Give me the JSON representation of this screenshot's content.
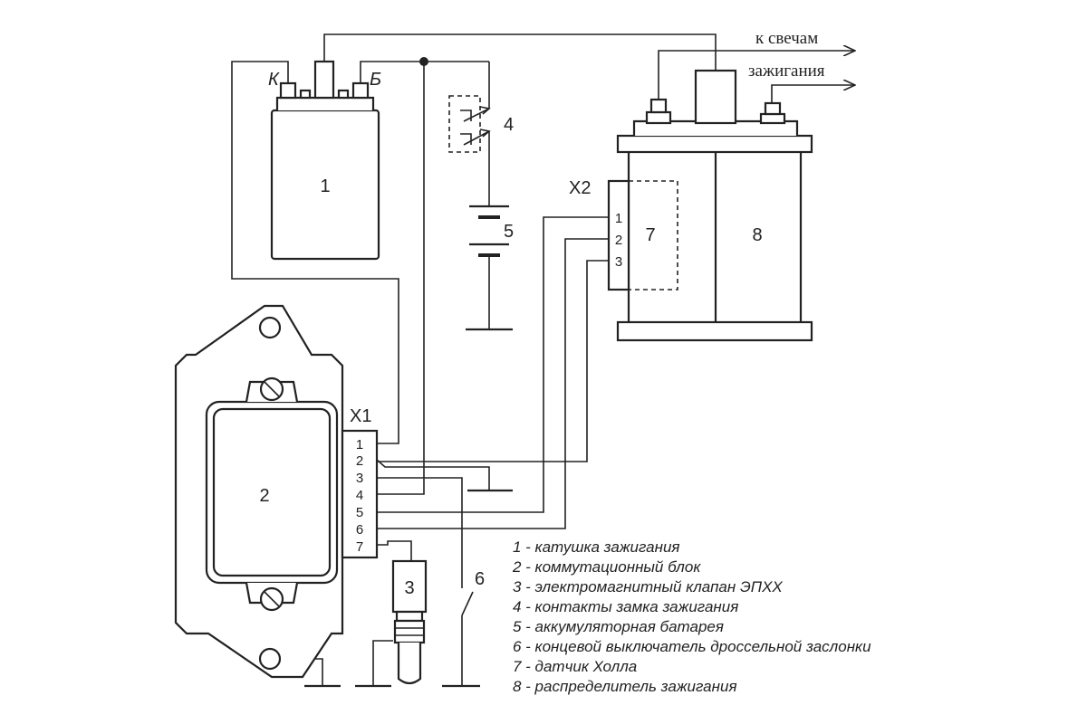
{
  "diagram": {
    "terminal_k": "К",
    "terminal_b": "Б",
    "component_labels": {
      "coil": "1",
      "switch_unit": "2",
      "valve": "3",
      "ignition_contacts": "4",
      "battery": "5",
      "throttle_switch": "6",
      "hall_sensor": "7",
      "distributor": "8"
    },
    "connector_x1": {
      "name": "X1",
      "pins": [
        "1",
        "2",
        "3",
        "4",
        "5",
        "6",
        "7"
      ]
    },
    "connector_x2": {
      "name": "X2",
      "pins": [
        "1",
        "2",
        "3"
      ]
    },
    "output_label_line1": "к свечам",
    "output_label_line2": "зажигания"
  },
  "legend": [
    "1 - катушка зажигания",
    "2 - коммутационный блок",
    "3 - электромагнитный клапан ЭПХХ",
    "4 - контакты замка зажигания",
    "5 - аккумуляторная батарея",
    "6 - концевой выключатель дроссельной заслонки",
    "7 - датчик Холла",
    "8 - распределитель зажигания"
  ]
}
